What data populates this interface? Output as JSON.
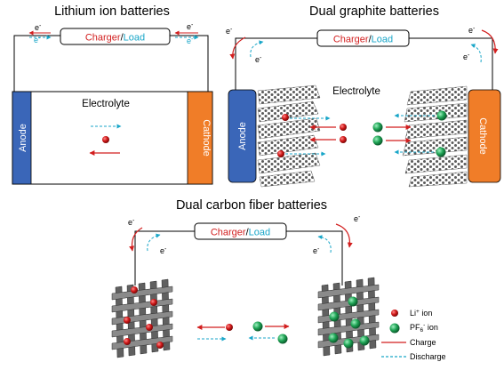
{
  "panels": {
    "lithium": {
      "title": "Lithium ion batteries",
      "electrolyte": "Electrolyte",
      "anode": "Anode",
      "cathode": "Cathode"
    },
    "graphite": {
      "title": "Dual graphite batteries",
      "electrolyte": "Electrolyte",
      "anode": "Anode",
      "cathode": "Cathode"
    },
    "fiber": {
      "title": "Dual carbon fiber batteries"
    }
  },
  "charger": {
    "charger": "Charger",
    "slash": "/",
    "load": "Load"
  },
  "electron": {
    "base": "e",
    "sup": "-"
  },
  "legend": {
    "li_ion": "Li",
    "li_ion_sup": "+",
    "li_ion_suffix": " ion",
    "pf6_ion_base": "PF",
    "pf6_ion_sub": "6",
    "pf6_ion_sup": "-",
    "pf6_ion_suffix": " ion",
    "charge": "Charge",
    "discharge": "Discharge"
  },
  "colors": {
    "charge": "#d21e1e",
    "discharge": "#19a6c8",
    "anode": "#3a66b8",
    "cathode": "#f07d28",
    "li_ion": "#c81414",
    "pf6_ion": "#1a9a4a",
    "carbon": "#555555"
  }
}
